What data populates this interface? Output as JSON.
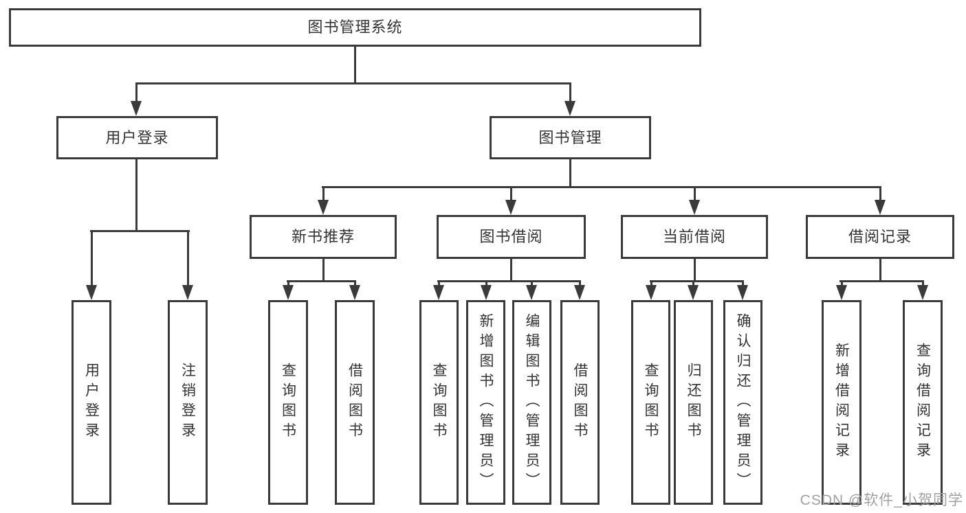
{
  "diagram": {
    "root": {
      "label": "图书管理系统"
    },
    "branches": [
      {
        "label": "用户登录",
        "children": [
          {
            "label": "用户登录"
          },
          {
            "label": "注销登录"
          }
        ]
      },
      {
        "label": "图书管理",
        "children": [
          {
            "label": "新书推荐",
            "children": [
              {
                "label": "查询图书"
              },
              {
                "label": "借阅图书"
              }
            ]
          },
          {
            "label": "图书借阅",
            "children": [
              {
                "label": "查询图书"
              },
              {
                "label": "新增图书（管理员）"
              },
              {
                "label": "编辑图书（管理员）"
              },
              {
                "label": "借阅图书"
              }
            ]
          },
          {
            "label": "当前借阅",
            "children": [
              {
                "label": "查询图书"
              },
              {
                "label": "归还图书"
              },
              {
                "label": "确认归还（管理员）"
              }
            ]
          },
          {
            "label": "借阅记录",
            "children": [
              {
                "label": "新增借阅记录"
              },
              {
                "label": "查询借阅记录"
              }
            ]
          }
        ]
      }
    ]
  },
  "watermark": {
    "text": "CSDN @软件_小贺同学"
  },
  "colors": {
    "line": "#3a3a3a",
    "text": "#333333",
    "watermark": "#a0a0a0",
    "background": "#ffffff"
  }
}
